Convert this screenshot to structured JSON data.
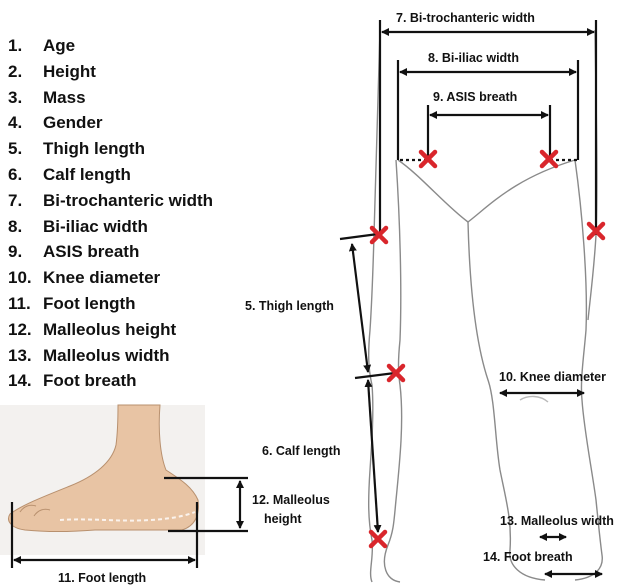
{
  "measurements": [
    {
      "num": "1.",
      "label": "Age"
    },
    {
      "num": "2.",
      "label": "Height"
    },
    {
      "num": "3.",
      "label": "Mass"
    },
    {
      "num": "4.",
      "label": "Gender"
    },
    {
      "num": "5.",
      "label": "Thigh length"
    },
    {
      "num": "6.",
      "label": "Calf length"
    },
    {
      "num": "7.",
      "label": "Bi-trochanteric width"
    },
    {
      "num": "8.",
      "label": "Bi-iliac width"
    },
    {
      "num": "9.",
      "label": "ASIS breath"
    },
    {
      "num": "10.",
      "label": "Knee diameter"
    },
    {
      "num": "11.",
      "label": "Foot length"
    },
    {
      "num": "12.",
      "label": "Malleolus height"
    },
    {
      "num": "13.",
      "label": "Malleolus width"
    },
    {
      "num": "14.",
      "label": "Foot breath"
    }
  ],
  "annotations": {
    "bi_trochanteric": "7. Bi-trochanteric width",
    "bi_iliac": "8. Bi-iliac width",
    "asis": "9. ASIS breath",
    "thigh": "5. Thigh length",
    "calf": "6. Calf length",
    "knee": "10. Knee diameter",
    "malleolus_width": "13. Malleolus width",
    "foot_breath": "14. Foot breath",
    "malleolus_height_line1": "12. Malleolus",
    "malleolus_height_line2": "height",
    "foot_length": "11. Foot length"
  },
  "colors": {
    "marker": "#d9262c",
    "line": "#111111",
    "skin": "#e8c4a4",
    "outline": "#7a7a7a"
  }
}
